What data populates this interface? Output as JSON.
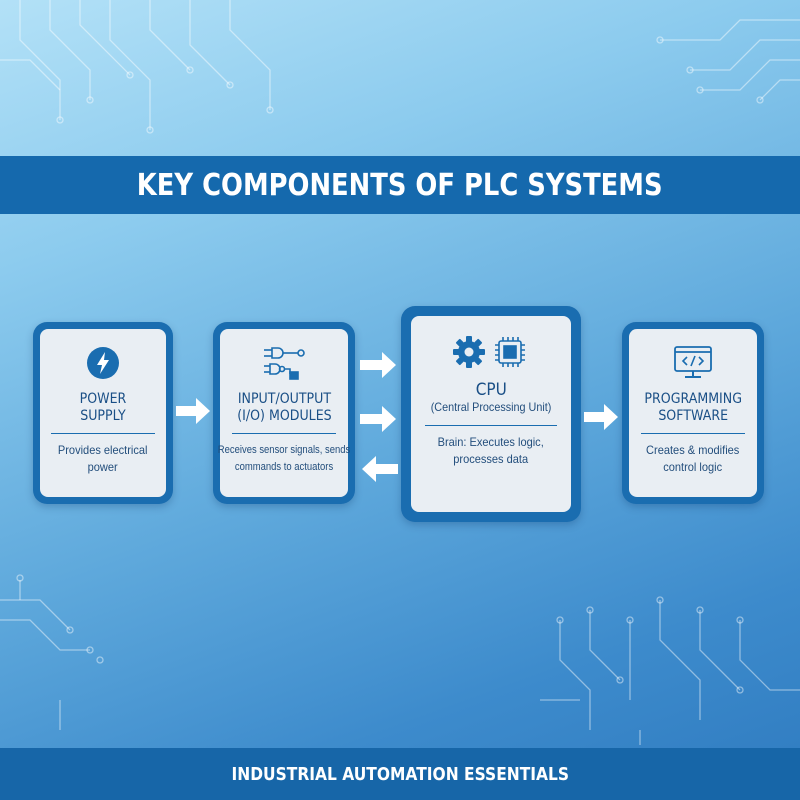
{
  "title": "KEY COMPONENTS OF PLC SYSTEMS",
  "footer": "INDUSTRIAL AUTOMATION ESSENTIALS",
  "colors": {
    "banner": "#1569ad",
    "card_border": "#1a6db0",
    "card_fill": "#e9eef3",
    "text": "#1a4f86"
  },
  "components": [
    {
      "id": "power",
      "icon": "lightning-bolt-icon",
      "heading_lines": [
        "POWER",
        "SUPPLY"
      ],
      "description_lines": [
        "Provides electrical",
        "power"
      ]
    },
    {
      "id": "io",
      "icon": "logic-gates-icon",
      "heading_lines": [
        "INPUT/OUTPUT",
        "(I/O) MODULES"
      ],
      "description_lines": [
        "Receives sensor signals, sends",
        "commands to actuators"
      ]
    },
    {
      "id": "cpu",
      "icon": "gear-and-chip-icon",
      "heading": "CPU",
      "subheading": "(Central Processing Unit)",
      "description_lines": [
        "Brain: Executes logic,",
        "processes data"
      ]
    },
    {
      "id": "programming",
      "icon": "monitor-code-icon",
      "heading_lines": [
        "PROGRAMMING",
        "SOFTWARE"
      ],
      "description_lines": [
        "Creates & modifies",
        "control logic"
      ]
    }
  ]
}
